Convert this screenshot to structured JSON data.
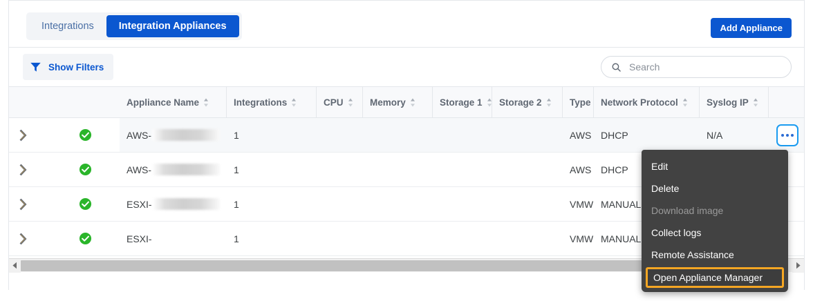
{
  "tabs": [
    {
      "label": "Integrations",
      "active": false
    },
    {
      "label": "Integration Appliances",
      "active": true
    }
  ],
  "toolbar": {
    "add_appliance_label": "Add Appliance",
    "show_filters_label": "Show Filters",
    "filter_icon": "funnel-icon",
    "search_icon": "search-icon"
  },
  "search": {
    "placeholder": "Search",
    "value": ""
  },
  "colors": {
    "accent_blue": "#0b57d0",
    "focus_blue": "#1a9bf0",
    "status_green": "#2ab52a",
    "highlight_orange": "#f5a623",
    "menu_bg": "#424242",
    "header_bg": "#f8f9fb"
  },
  "table": {
    "columns": [
      {
        "label": "",
        "sortable": false,
        "width": 60
      },
      {
        "label": "",
        "sortable": false,
        "width": 100
      },
      {
        "label": "Appliance Name",
        "sortable": true,
        "width": 155
      },
      {
        "label": "Integrations",
        "sortable": true,
        "width": 130
      },
      {
        "label": "CPU",
        "sortable": true,
        "width": 67
      },
      {
        "label": "Memory",
        "sortable": true,
        "width": 101
      },
      {
        "label": "Storage 1",
        "sortable": true,
        "width": 86
      },
      {
        "label": "Storage 2",
        "sortable": true,
        "width": 102
      },
      {
        "label": "Type",
        "sortable": true,
        "width": 45
      },
      {
        "label": "Network Protocol",
        "sortable": true,
        "width": 153
      },
      {
        "label": "Syslog IP",
        "sortable": true,
        "width": 100
      }
    ],
    "rows": [
      {
        "expanded": false,
        "status": "ok",
        "name_prefix": "AWS-",
        "name_redacted_width": 148,
        "integrations": "1",
        "cpu": "",
        "memory": "",
        "storage1": "",
        "storage2": "",
        "type": "AWS",
        "network_protocol": "DHCP",
        "syslog_ip": "N/A",
        "hovered": true,
        "menu_open": true
      },
      {
        "expanded": false,
        "status": "ok",
        "name_prefix": "AWS-",
        "name_redacted_width": 106,
        "integrations": "1",
        "cpu": "",
        "memory": "",
        "storage1": "",
        "storage2": "",
        "type": "AWS",
        "network_protocol": "DHCP",
        "syslog_ip": "",
        "hovered": false,
        "menu_open": false
      },
      {
        "expanded": false,
        "status": "ok",
        "name_prefix": "ESXI-",
        "name_redacted_width": 112,
        "integrations": "1",
        "cpu": "",
        "memory": "",
        "storage1": "",
        "storage2": "",
        "type": "VMW",
        "network_protocol": "MANUAL",
        "syslog_ip": "",
        "hovered": false,
        "menu_open": false
      },
      {
        "expanded": false,
        "status": "ok",
        "name_prefix": "ESXI-",
        "name_redacted_width": 0,
        "integrations": "1",
        "cpu": "",
        "memory": "",
        "storage1": "",
        "storage2": "",
        "type": "VMW",
        "network_protocol": "MANUAL",
        "syslog_ip": "",
        "hovered": false,
        "menu_open": false
      }
    ]
  },
  "context_menu": {
    "items": [
      {
        "label": "Edit",
        "disabled": false,
        "highlighted": false
      },
      {
        "label": "Delete",
        "disabled": false,
        "highlighted": false
      },
      {
        "label": "Download image",
        "disabled": true,
        "highlighted": false
      },
      {
        "label": "Collect logs",
        "disabled": false,
        "highlighted": false
      },
      {
        "label": "Remote Assistance",
        "disabled": false,
        "highlighted": false
      },
      {
        "label": "Open Appliance Manager",
        "disabled": false,
        "highlighted": true
      }
    ]
  },
  "scrollbar": {
    "orientation": "horizontal",
    "left_arrow_icon": "chevron-left-icon",
    "right_arrow_icon": "chevron-right-icon",
    "thumb_position_pct": 0
  }
}
